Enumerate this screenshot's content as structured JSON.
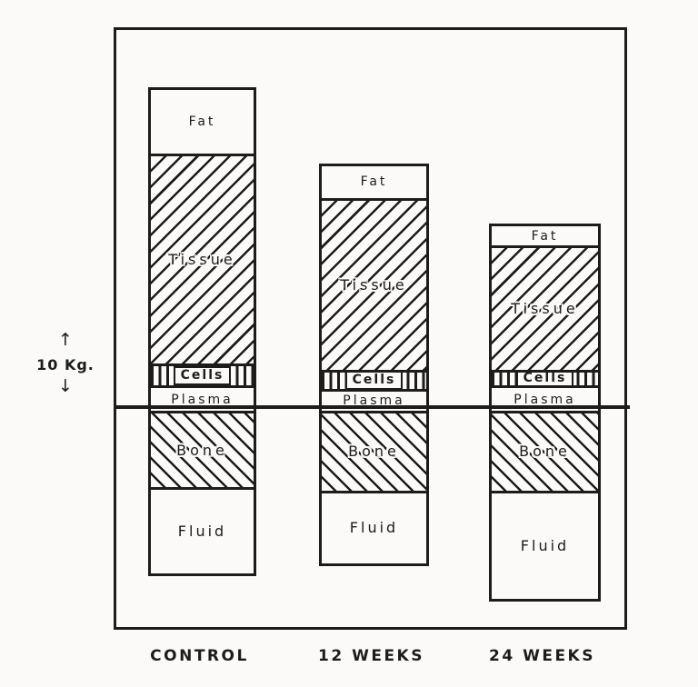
{
  "icons": {
    "up_arrow": "↑",
    "down_arrow": "↓"
  },
  "colors": {
    "ink": "#1c1c1c",
    "paper": "#fbfaf8"
  },
  "chart_data": {
    "type": "bar",
    "stacked": true,
    "orientation": "vertical",
    "title": "",
    "categories": [
      "CONTROL",
      "12 WEEKS",
      "24 WEEKS"
    ],
    "scale": {
      "label": "10 Kg.",
      "kg": 10
    },
    "baseline_note": "Heavy horizontal rule crosses all bars at the Plasma/Bone boundary; segments above it are Fat, Tissue, Cells, Plasma and below it Bone, Fluid",
    "segments_order_top_to_bottom": [
      "Fat",
      "Tissue",
      "Cells",
      "Plasma",
      "Bone",
      "Fluid"
    ],
    "segments_above_baseline": [
      "Fat",
      "Tissue",
      "Cells",
      "Plasma"
    ],
    "segments_below_baseline": [
      "Bone",
      "Fluid"
    ],
    "series": [
      {
        "name": "Fat",
        "pattern": "plain",
        "values_kg": [
          10,
          5,
          3
        ]
      },
      {
        "name": "Tissue",
        "pattern": "diagonal-hatch-up",
        "values_kg": [
          33,
          27,
          19.5
        ]
      },
      {
        "name": "Cells",
        "pattern": "vertical-stripes",
        "values_kg": [
          3.5,
          3,
          2.5
        ]
      },
      {
        "name": "Plasma",
        "pattern": "plain",
        "values_kg": [
          4,
          3.5,
          4
        ]
      },
      {
        "name": "Bone",
        "pattern": "diagonal-hatch-down",
        "values_kg": [
          12,
          12.5,
          12.5
        ]
      },
      {
        "name": "Fluid",
        "pattern": "plain",
        "values_kg": [
          13.5,
          11.5,
          17
        ]
      }
    ],
    "totals_kg_estimated": [
      76,
      62.5,
      58.5
    ],
    "legend": "none",
    "grid": false,
    "axis_labels": "none; only a 10 Kg. scale bar with up/down arrows at left"
  }
}
